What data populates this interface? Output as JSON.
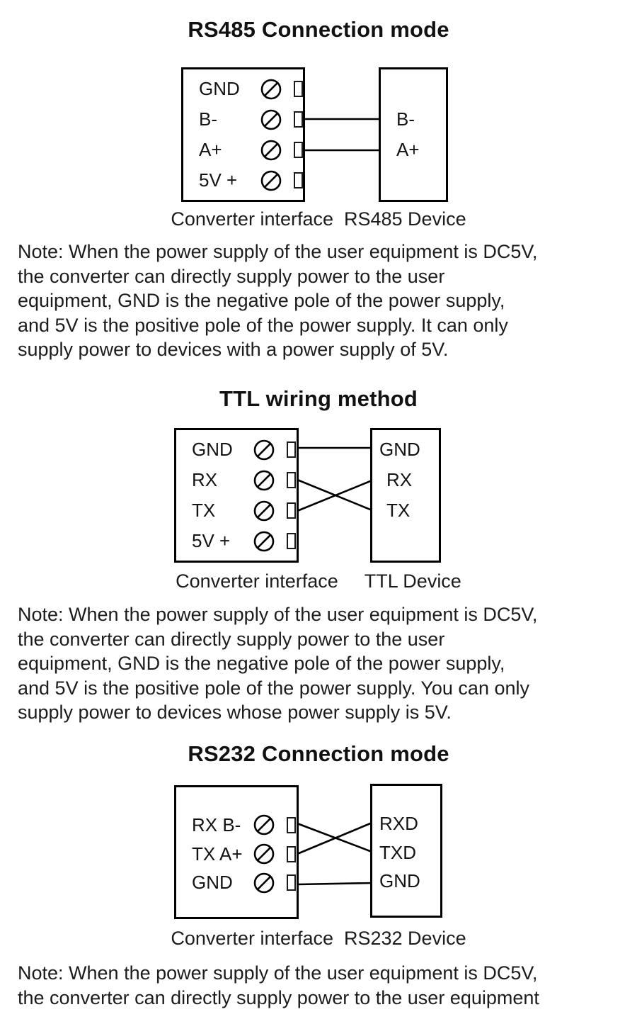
{
  "page": {
    "background": "#ffffff",
    "text_color": "#141414",
    "line_color": "#000000"
  },
  "sections": [
    {
      "title": "RS485 Connection mode",
      "caption": "Converter interface  RS485 Device",
      "diagram": {
        "left_label": "Converter interface",
        "right_label": "RS485 Device",
        "left_rows": [
          "GND",
          "B-",
          "A+",
          "5V +"
        ],
        "right_rows": [
          "B-",
          "A+"
        ],
        "connections": [
          {
            "from": "B-",
            "to": "B-",
            "crossed": false
          },
          {
            "from": "A+",
            "to": "A+",
            "crossed": false
          }
        ]
      },
      "note_lines": [
        "Note: When the power supply of the user equipment is DC5V,",
        "the converter can directly supply power to the user",
        "equipment, GND is the negative pole of the power supply,",
        "and 5V is the positive pole of the power supply. It can only",
        "supply power to devices with a power supply of 5V."
      ]
    },
    {
      "title": "TTL wiring method",
      "caption": "Converter interface     TTL Device",
      "diagram": {
        "left_label": "Converter interface",
        "right_label": "TTL Device",
        "left_rows": [
          "GND",
          "RX",
          "TX",
          "5V +"
        ],
        "right_rows": [
          "GND",
          "RX",
          "TX"
        ],
        "connections": [
          {
            "from": "GND",
            "to": "GND",
            "crossed": false
          },
          {
            "from": "RX",
            "to": "TX",
            "crossed": true
          },
          {
            "from": "TX",
            "to": "RX",
            "crossed": true
          }
        ]
      },
      "note_lines": [
        "Note: When the power supply of the user equipment is DC5V,",
        "the converter can directly supply power to the user",
        "equipment, GND is the negative pole of the power supply,",
        "and 5V is the positive pole of the power supply. You can only",
        "supply power to devices whose power supply is 5V."
      ]
    },
    {
      "title": "RS232 Connection mode",
      "caption": "Converter interface  RS232 Device",
      "diagram": {
        "left_label": "Converter interface",
        "right_label": "RS232 Device",
        "left_rows": [
          "RX B-",
          "TX A+",
          "GND"
        ],
        "right_rows": [
          "RXD",
          "TXD",
          "GND"
        ],
        "connections": [
          {
            "from": "RX B-",
            "to": "TXD",
            "crossed": true
          },
          {
            "from": "TX A+",
            "to": "RXD",
            "crossed": true
          },
          {
            "from": "GND",
            "to": "GND",
            "crossed": false
          }
        ]
      },
      "note_lines": [
        "Note: When the power supply of the user equipment is DC5V,",
        "the converter can directly supply power to the user equipment"
      ]
    }
  ]
}
